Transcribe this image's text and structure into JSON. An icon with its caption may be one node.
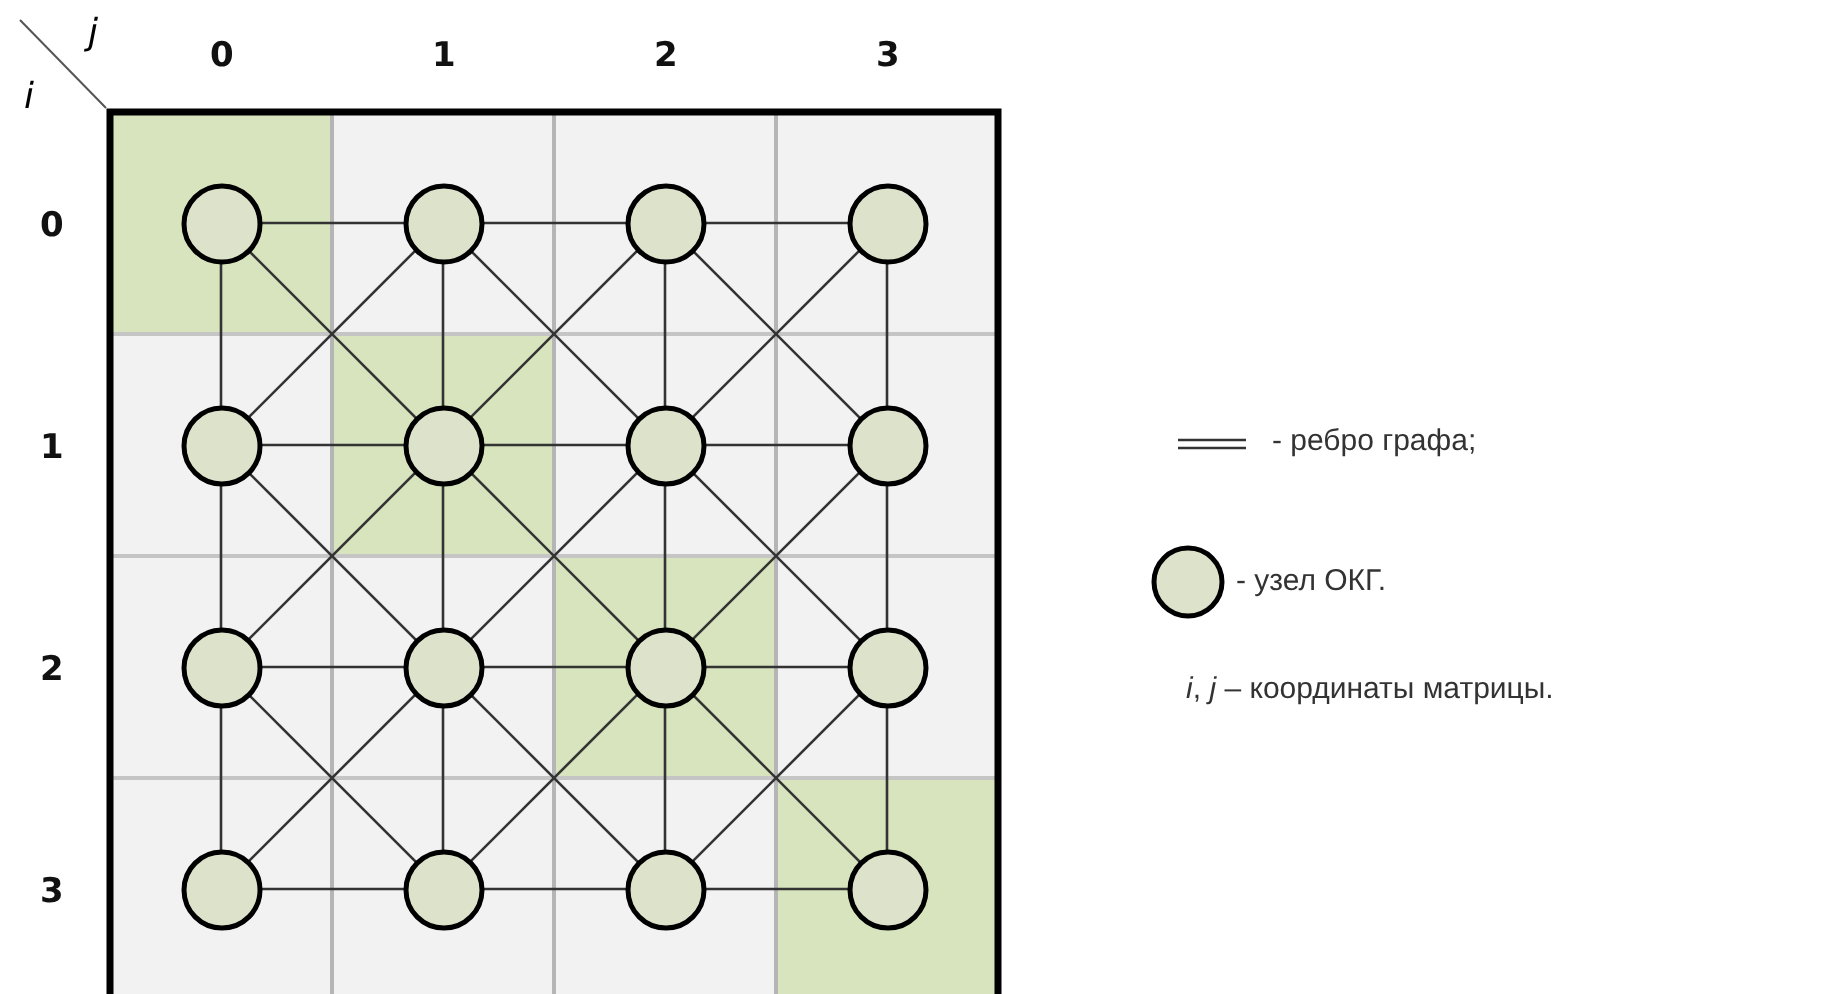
{
  "diagram": {
    "nodes": [
      {
        "text": [],
        "shape": "circle"
      },
      {
        "text": [],
        "shape": "circle"
      },
      {
        "text": [],
        "shape": "circle"
      },
      {
        "text": [],
        "shape": "circle"
      },
      {
        "text": [],
        "shape": "circle"
      },
      {
        "text": [],
        "shape": "circle"
      },
      {
        "text": [],
        "shape": "circle"
      },
      {
        "text": [],
        "shape": "circle"
      },
      {
        "text": [],
        "shape": "circle"
      },
      {
        "text": [],
        "shape": "circle"
      },
      {
        "text": [],
        "shape": "circle"
      },
      {
        "text": [],
        "shape": "circle"
      },
      {
        "text": [],
        "shape": "circle"
      },
      {
        "text": [],
        "shape": "circle"
      },
      {
        "text": [],
        "shape": "circle"
      },
      {
        "text": [],
        "shape": "circle"
      }
    ],
    "edges": [
      {
        "from": 0,
        "to": 1,
        "arrow": "none"
      },
      {
        "from": 1,
        "to": 2,
        "arrow": "none"
      },
      {
        "from": 2,
        "to": 3,
        "arrow": "none"
      },
      {
        "from": 4,
        "to": 5,
        "arrow": "none"
      },
      {
        "from": 5,
        "to": 6,
        "arrow": "none"
      },
      {
        "from": 6,
        "to": 7,
        "arrow": "none"
      },
      {
        "from": 8,
        "to": 9,
        "arrow": "none"
      },
      {
        "from": 9,
        "to": 10,
        "arrow": "none"
      },
      {
        "from": 10,
        "to": 11,
        "arrow": "none"
      },
      {
        "from": 12,
        "to": 13,
        "arrow": "none"
      },
      {
        "from": 13,
        "to": 14,
        "arrow": "none"
      },
      {
        "from": 14,
        "to": 15,
        "arrow": "none"
      },
      {
        "from": 0,
        "to": 4,
        "arrow": "none"
      },
      {
        "from": 4,
        "to": 8,
        "arrow": "none"
      },
      {
        "from": 8,
        "to": 12,
        "arrow": "none"
      },
      {
        "from": 1,
        "to": 5,
        "arrow": "none"
      },
      {
        "from": 5,
        "to": 9,
        "arrow": "none"
      },
      {
        "from": 9,
        "to": 13,
        "arrow": "none"
      },
      {
        "from": 2,
        "to": 6,
        "arrow": "none"
      },
      {
        "from": 6,
        "to": 10,
        "arrow": "none"
      },
      {
        "from": 10,
        "to": 14,
        "arrow": "none"
      },
      {
        "from": 3,
        "to": 7,
        "arrow": "none"
      },
      {
        "from": 7,
        "to": 11,
        "arrow": "none"
      },
      {
        "from": 11,
        "to": 15,
        "arrow": "none"
      },
      {
        "from": 0,
        "to": 5,
        "arrow": "none"
      },
      {
        "from": 1,
        "to": 6,
        "arrow": "none"
      },
      {
        "from": 2,
        "to": 7,
        "arrow": "none"
      },
      {
        "from": 4,
        "to": 9,
        "arrow": "none"
      },
      {
        "from": 5,
        "to": 10,
        "arrow": "none"
      },
      {
        "from": 6,
        "to": 11,
        "arrow": "none"
      },
      {
        "from": 8,
        "to": 13,
        "arrow": "none"
      },
      {
        "from": 9,
        "to": 14,
        "arrow": "none"
      },
      {
        "from": 10,
        "to": 15,
        "arrow": "none"
      },
      {
        "from": 1,
        "to": 4,
        "arrow": "none"
      },
      {
        "from": 2,
        "to": 5,
        "arrow": "none"
      },
      {
        "from": 3,
        "to": 6,
        "arrow": "none"
      },
      {
        "from": 5,
        "to": 8,
        "arrow": "none"
      },
      {
        "from": 6,
        "to": 9,
        "arrow": "none"
      },
      {
        "from": 7,
        "to": 10,
        "arrow": "none"
      },
      {
        "from": 9,
        "to": 12,
        "arrow": "none"
      },
      {
        "from": 10,
        "to": 13,
        "arrow": "none"
      },
      {
        "from": 11,
        "to": 14,
        "arrow": "none"
      }
    ],
    "labels": [
      "j",
      "0",
      "1",
      "2",
      "3",
      "i",
      "0",
      "1",
      "2",
      "3",
      "*i*, *j* – координаты матрицы."
    ],
    "legend": [
      {
        "text": "- ребро графа;"
      },
      {
        "text": "- узел ОКГ."
      }
    ]
  }
}
